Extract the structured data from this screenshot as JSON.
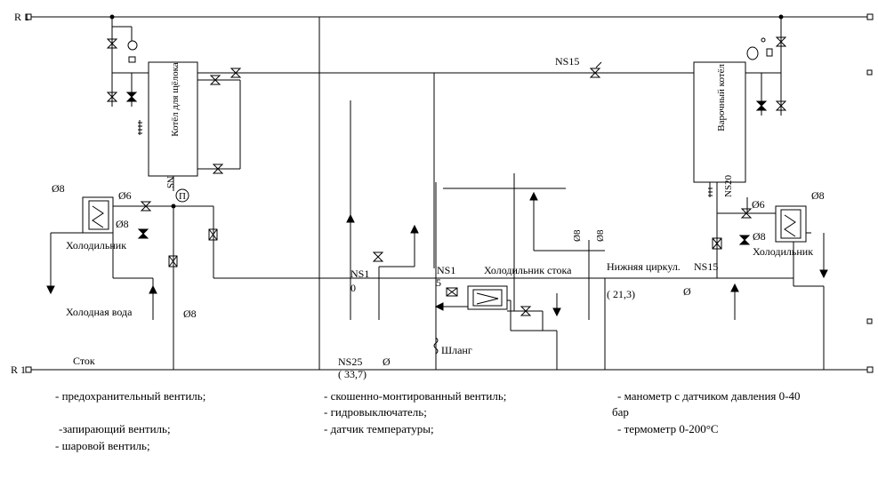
{
  "rails": {
    "top_line": "R 1",
    "bottom_line": "R 1"
  },
  "equipment": {
    "caustic_boiler": "Котёл для щёлока",
    "cooking_boiler": "Варочный котёл",
    "left_cooler": "Холодильник",
    "right_cooler": "Холодильник",
    "drain_cooler": "Холодильник стока"
  },
  "labels": {
    "cold_water": "Холодная вода",
    "drain": "Сток",
    "hose": "Шланг",
    "lower_circ": "Нижняя циркул.",
    "ns15_top": "NS15",
    "ns15_mid": "NS15",
    "ns1_a": "NS1",
    "ns1_a_sub": "0",
    "ns1_b": "NS1",
    "ns1_b_sub": "5",
    "ns25": "NS25",
    "ns25_sub": "( 33,7)",
    "ns20": "NS20",
    "ns_left": "NS",
    "pump_mark": "П",
    "lower_circ_dim": "( 21,3)",
    "d8_a": "Ø8",
    "d6_a": "Ø6",
    "d8_b": "Ø8",
    "d8_c": "Ø8",
    "d8_d": "Ø8",
    "d8_e": "Ø8",
    "d6_b": "Ø6",
    "d8_f": "Ø8",
    "d8_g": "Ø8",
    "d_ns25": "Ø",
    "d_lower": "Ø"
  },
  "legend": {
    "safety_valve": "- предохранительный вентиль;",
    "shutoff_valve": "-запирающий вентиль;",
    "ball_valve": "- шаровой вентиль;",
    "angle_valve": "- скошенно-монтированный вентиль;",
    "hydro_switch": "- гидровыключатель;",
    "temp_sensor": "- датчик температуры;",
    "manometer": "- манометр с датчиком давления 0-40",
    "manometer_unit": "бар",
    "thermometer": "- термометр 0-200°С"
  }
}
